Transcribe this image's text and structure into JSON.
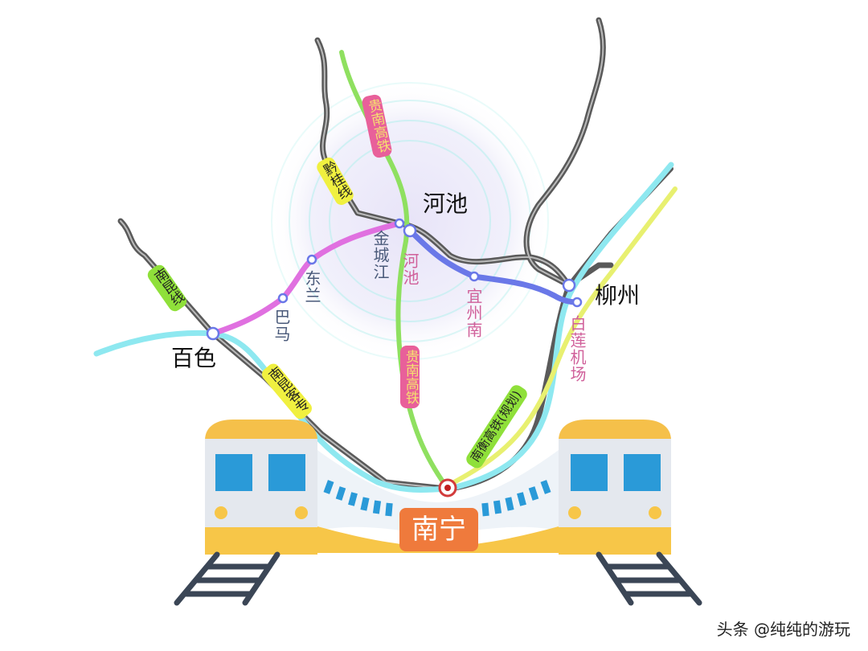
{
  "lines": {
    "nankun_line": "南昆线",
    "qiangui_line": "黔桂线",
    "guinan_hsr_top": "贵南高铁",
    "guinan_hsr_bottom": "贵南高铁",
    "nankun_passenger": "南昆客专",
    "nanheng_hsr": "南衡高铁(规划)"
  },
  "stations": {
    "baise": "百色",
    "bama": "巴马",
    "donglan": "东兰",
    "jinchengjiang": "金城江",
    "hechi_city": "河池",
    "hechi_station": "河池",
    "yizhou_south": "宜州南",
    "liuzhou": "柳州",
    "bailian_airport": "白莲机场",
    "nanning": "南宁"
  },
  "watermark": "头条 @纯纯的游玩",
  "colors": {
    "nankun_line": "#5a5a5a",
    "guinan_hsr": "#8fe060",
    "jinchengjiang_branch": "#e070e0",
    "hechi_liuzhou": "#6a78e8",
    "nankun_passenger": "#8ee8f0",
    "nanheng_hsr": "#e8f070",
    "nanning_box": "#ef7a3c"
  }
}
